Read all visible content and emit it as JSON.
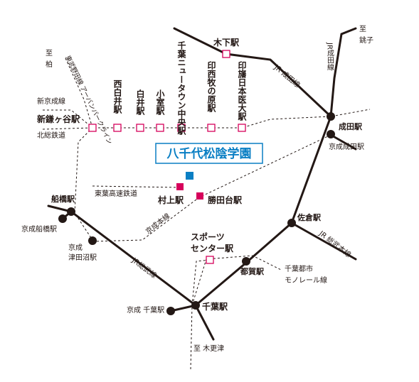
{
  "destination": {
    "name": "八千代松陰学園",
    "border_color": "#0a7fc4",
    "text_color": "#0a7fc4",
    "marker_color": "#0a7fc4"
  },
  "colors": {
    "line": "#231815",
    "station_fill": "#231815",
    "toyo_station": "#d6005b",
    "hokuso_station": "#d6005b",
    "dotted": "#231815"
  },
  "direction_labels": {
    "to_kashiwa_to": "至",
    "to_kashiwa_name": "柏",
    "to_choshi_to": "至",
    "to_choshi_name": "銚子",
    "to_kisarazu": "至 木更津"
  },
  "line_labels": {
    "jr_narita": "JR 成田線",
    "jr_narita_vertical": "JR成田線",
    "jr_sobu_main": "JR 総武本線",
    "jr_sobu": "JR総武線",
    "tobu_noda": "東武野田線\nアーバンパークライン",
    "shin_keisei": "新京成線",
    "hokuso": "北総鉄道",
    "toyo": "東葉高速鉄道",
    "keisei_main": "京成本線",
    "monorail": "千葉都市\nモノレール線"
  },
  "stations": {
    "kioroshi": "木下駅",
    "narita": "成田駅",
    "keisei_narita": "京成成田駅",
    "shin_kamagaya": "新鎌ヶ谷駅",
    "nishi_shiroi": "西白井駅",
    "shiroi": "白井駅",
    "komuro": "小室駅",
    "chiba_nt_chuo": "千葉ニュータウン中央駅",
    "inzai_makinohara": "印西牧の原駅",
    "inba_nihon_idai": "印旛日本医大駅",
    "murakami": "村上駅",
    "katsutadai": "勝田台駅",
    "funabashi": "船橋駅",
    "keisei_funabashi": "京成船橋駅",
    "keisei_tsudanuma": "京成津田沼駅",
    "sakura": "佐倉駅",
    "sports_center": "スポーツセンター駅",
    "tsuga": "都賀駅",
    "chiba": "千葉駅",
    "keisei_chiba": "京成 千葉駅"
  }
}
